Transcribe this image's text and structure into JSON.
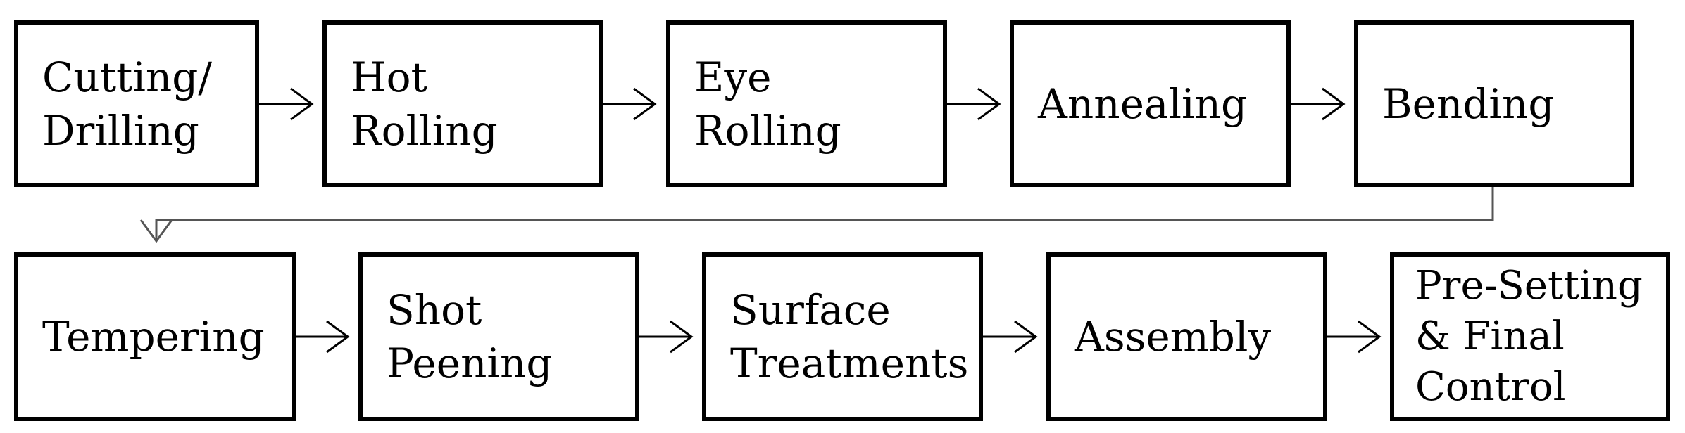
{
  "diagram": {
    "colors": {
      "box_border": "#000000",
      "arrow": "#000000",
      "connector": "#555555",
      "background": "#ffffff"
    },
    "steps": [
      {
        "id": "cutting-drilling",
        "label": "Cutting/\nDrilling"
      },
      {
        "id": "hot-rolling",
        "label": "Hot\nRolling"
      },
      {
        "id": "eye-rolling",
        "label": "Eye Rolling"
      },
      {
        "id": "annealing",
        "label": "Annealing"
      },
      {
        "id": "bending",
        "label": "Bending"
      },
      {
        "id": "tempering",
        "label": "Tempering"
      },
      {
        "id": "shot-peening",
        "label": "Shot\nPeening"
      },
      {
        "id": "surface-treatments",
        "label": "Surface\nTreatments"
      },
      {
        "id": "assembly",
        "label": "Assembly"
      },
      {
        "id": "pre-setting-final-control",
        "label": "Pre-Setting\n& Final\nControl"
      }
    ]
  }
}
